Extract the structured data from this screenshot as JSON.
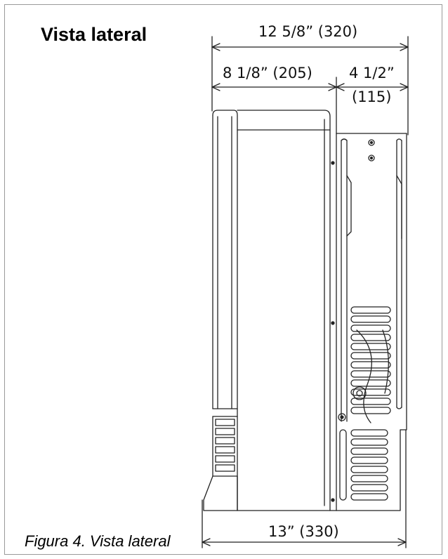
{
  "title": "Vista lateral",
  "caption": "Figura 4. Vista lateral",
  "dimensions": {
    "overall_top": "12 5/8” (320)",
    "body_depth": "8 1/8” (205)",
    "bracket_depth_line1": "4 1/2”",
    "bracket_depth_line2": "(115)",
    "overall_bottom": "13” (330)"
  }
}
